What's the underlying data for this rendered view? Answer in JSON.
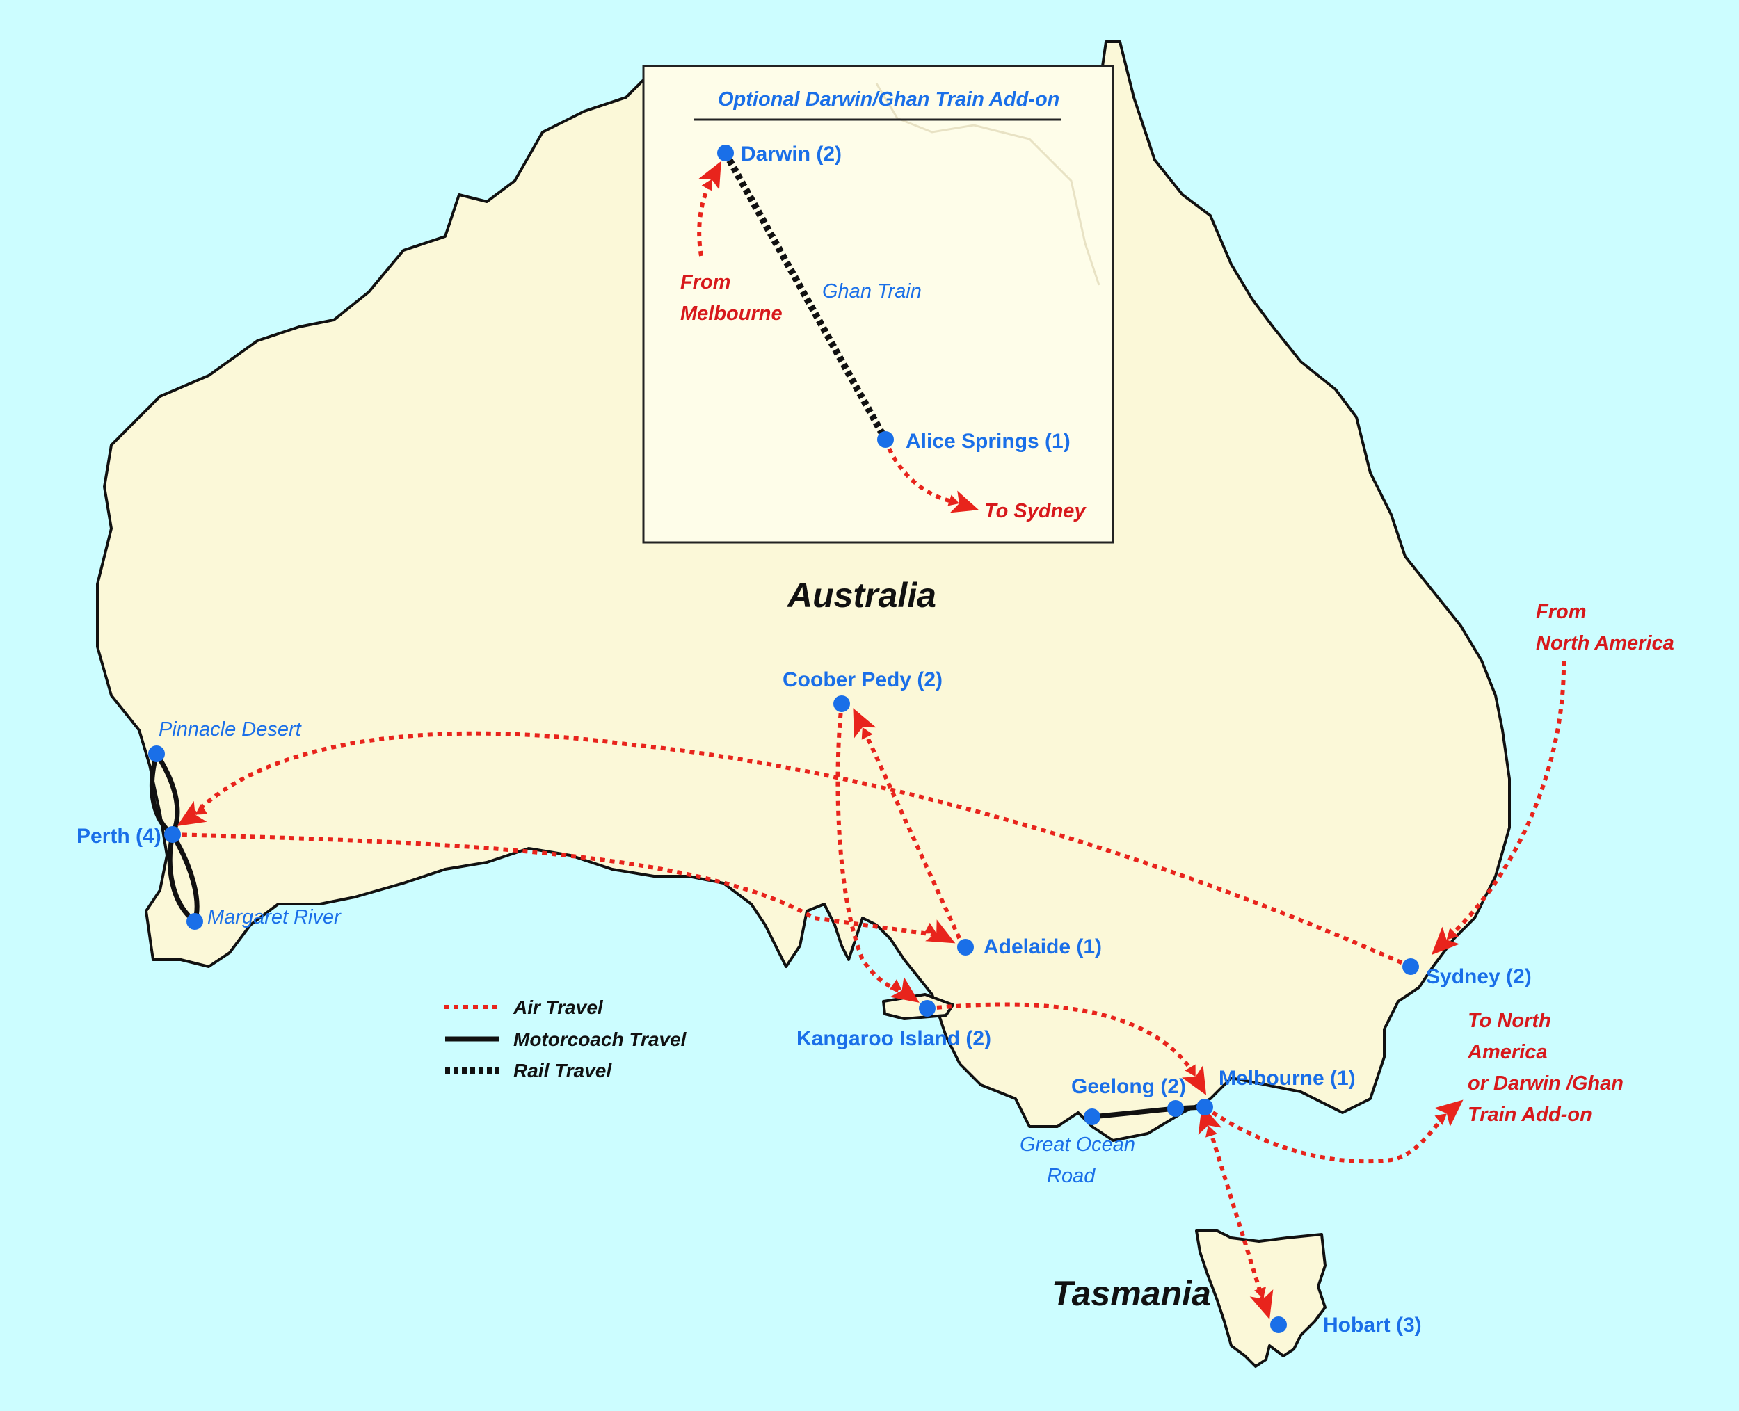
{
  "inset": {
    "title": "Optional Darwin/Ghan Train Add-on",
    "darwin": "Darwin (2)",
    "alice_springs": "Alice Springs (1)",
    "ghan_train": "Ghan Train",
    "from_line1": "From",
    "from_line2": "Melbourne",
    "to_sydney": "To Sydney"
  },
  "regions": {
    "australia": "Australia",
    "tasmania": "Tasmania"
  },
  "cities": {
    "coober_pedy": "Coober Pedy (2)",
    "perth": "Perth (4)",
    "adelaide": "Adelaide (1)",
    "kangaroo_island": "Kangaroo Island (2)",
    "sydney": "Sydney (2)",
    "geelong": "Geelong (2)",
    "melbourne": "Melbourne (1)",
    "hobart": "Hobart (3)"
  },
  "places": {
    "pinnacle_desert": "Pinnacle Desert",
    "margaret_river": "Margaret River",
    "great_ocean_road_line1": "Great Ocean",
    "great_ocean_road_line2": "Road"
  },
  "annotations": {
    "from_na_line1": "From",
    "from_na_line2": "North America",
    "to_na_line1": "To North",
    "to_na_line2": "America",
    "to_na_line3": "or Darwin /Ghan",
    "to_na_line4": "Train Add-on"
  },
  "legend": {
    "air": "Air Travel",
    "motorcoach": "Motorcoach Travel",
    "rail": "Rail Travel"
  },
  "colors": {
    "sea": "#ccfdff",
    "land": "#fbf8d8",
    "air_route": "#e8241c",
    "city_blue": "#1a6fe8"
  }
}
